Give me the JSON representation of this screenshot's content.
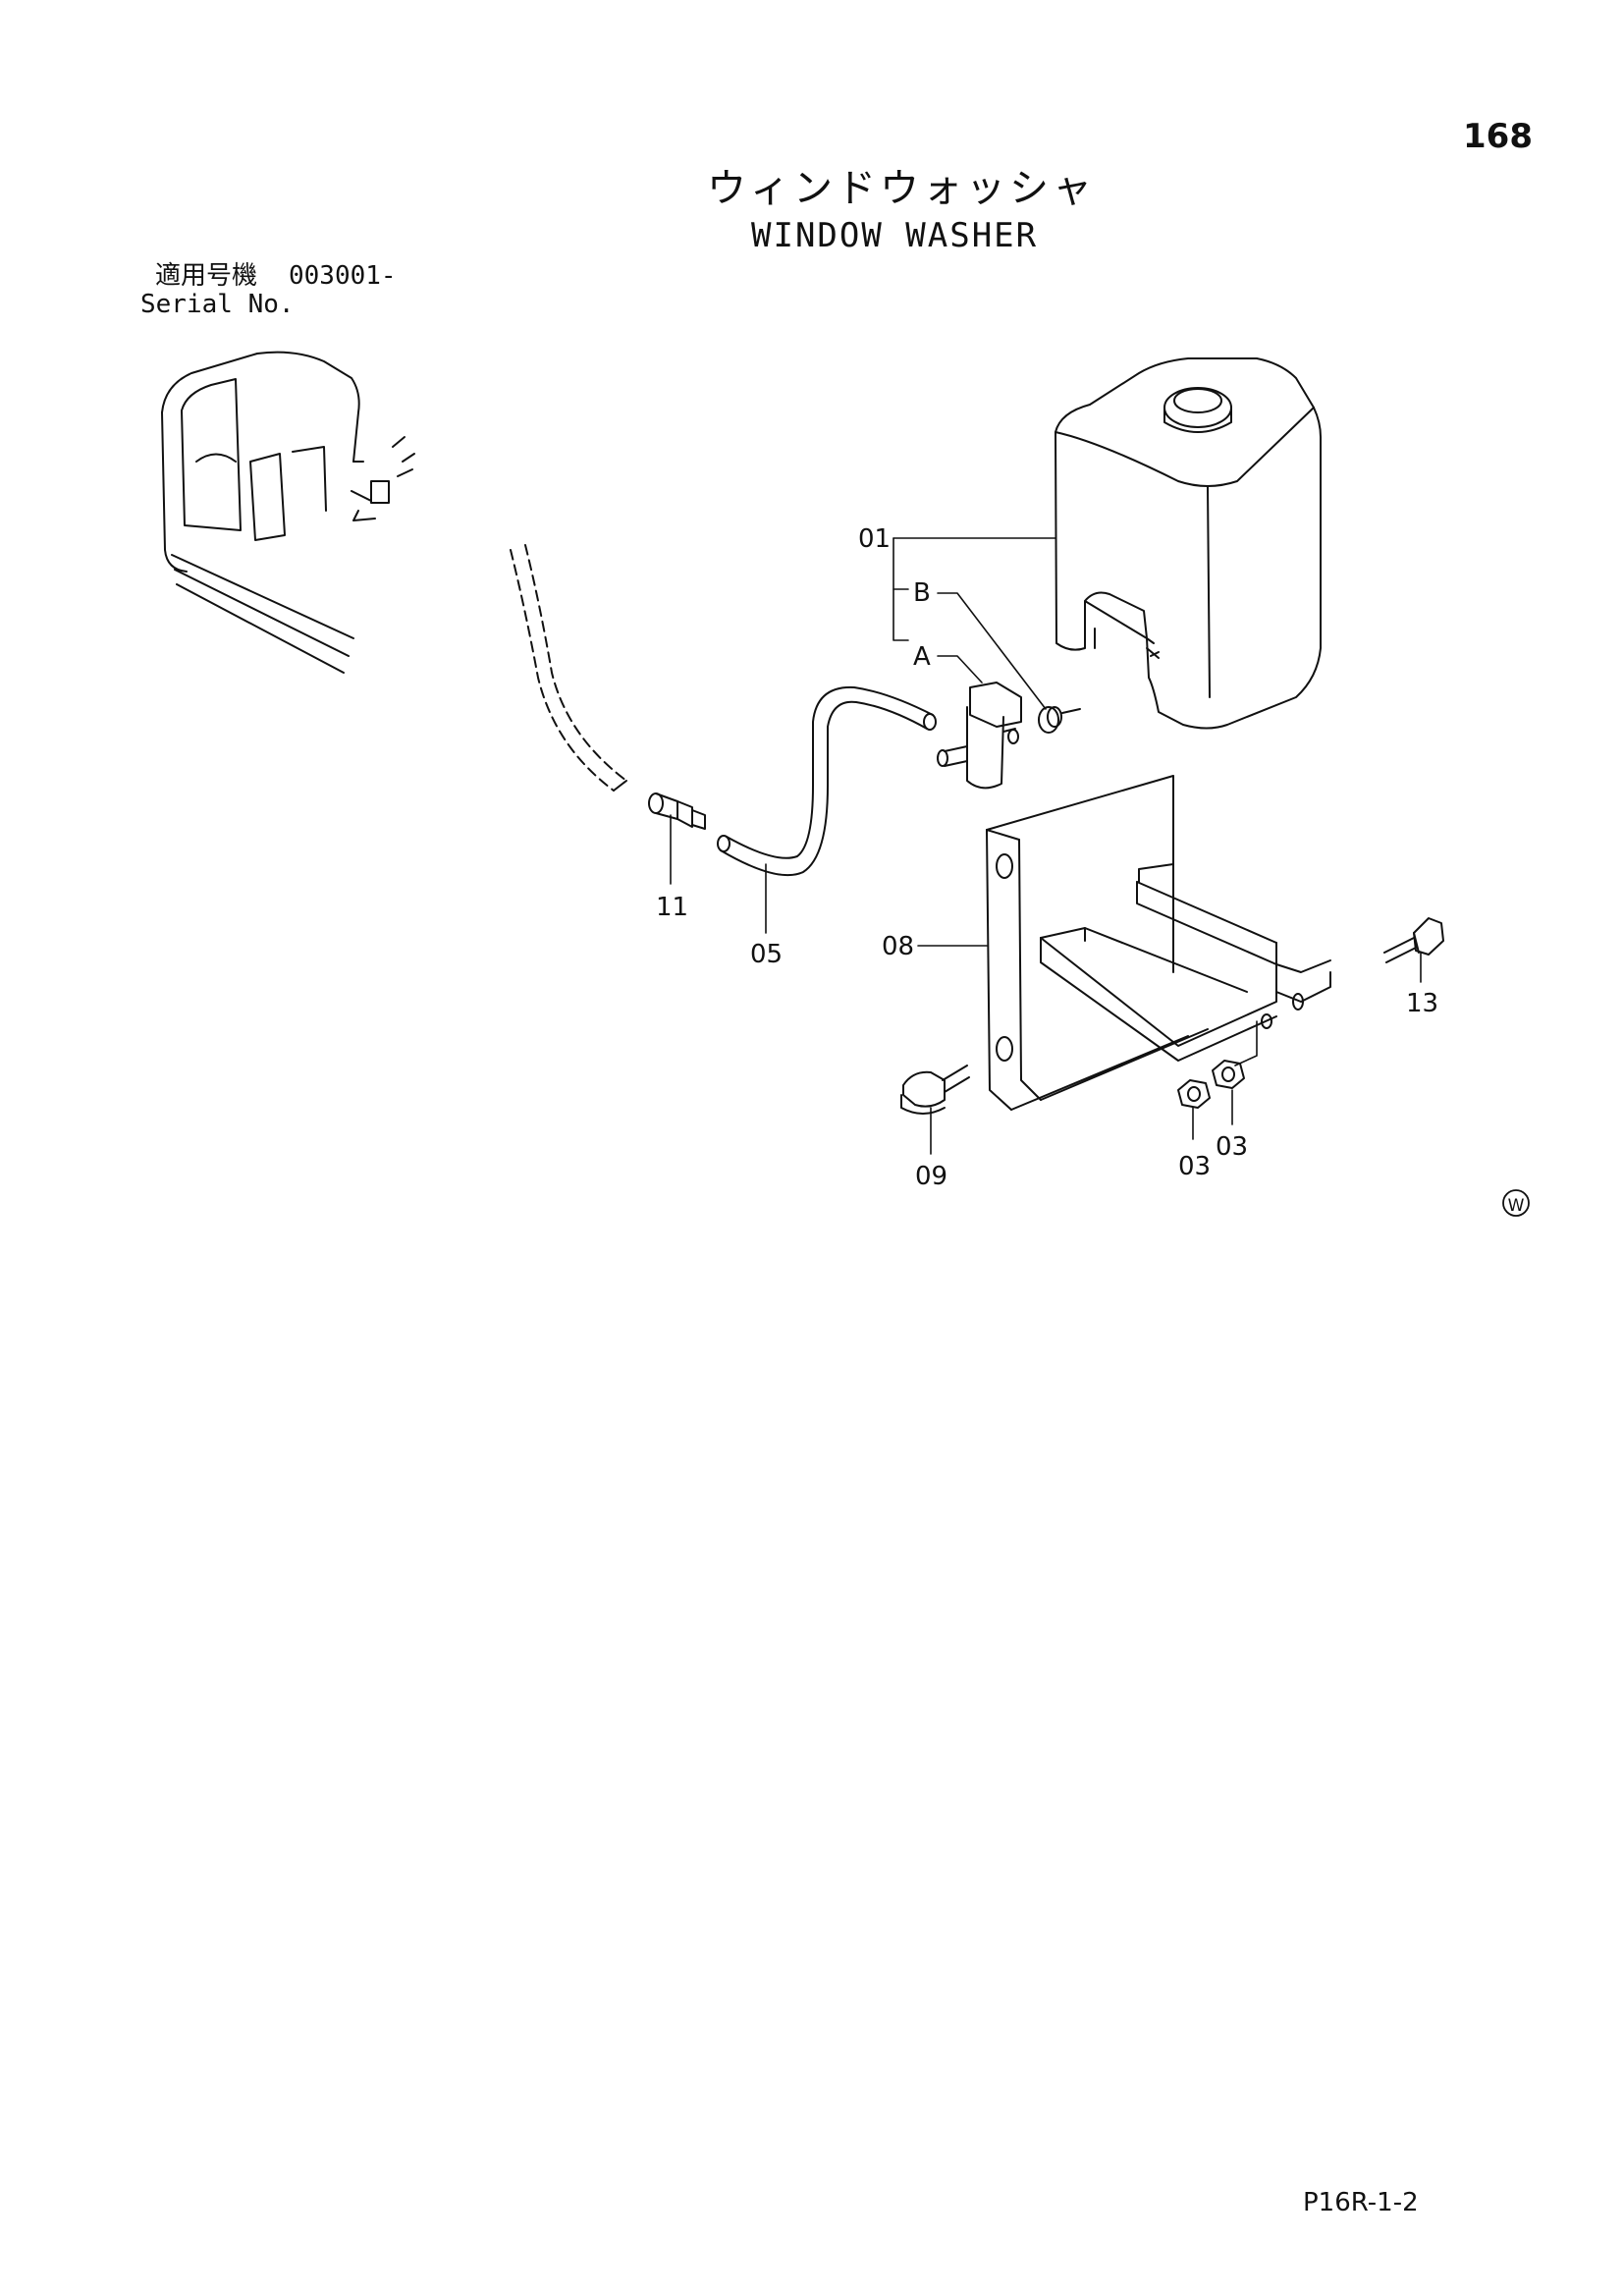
{
  "page_number": "168",
  "title_ja": "ウィンドウォッシャ",
  "title_en": "WINDOW WASHER",
  "serial": {
    "label_ja": "適用号機",
    "value": "003001-",
    "label_en": "Serial No."
  },
  "callouts": {
    "p01": "01",
    "pB": "B",
    "pA": "A",
    "p11": "11",
    "p05": "05",
    "p08": "08",
    "p13": "13",
    "p09": "09",
    "p03a": "03",
    "p03b": "03"
  },
  "footer_code": "P16R-1-2",
  "mark": "W"
}
